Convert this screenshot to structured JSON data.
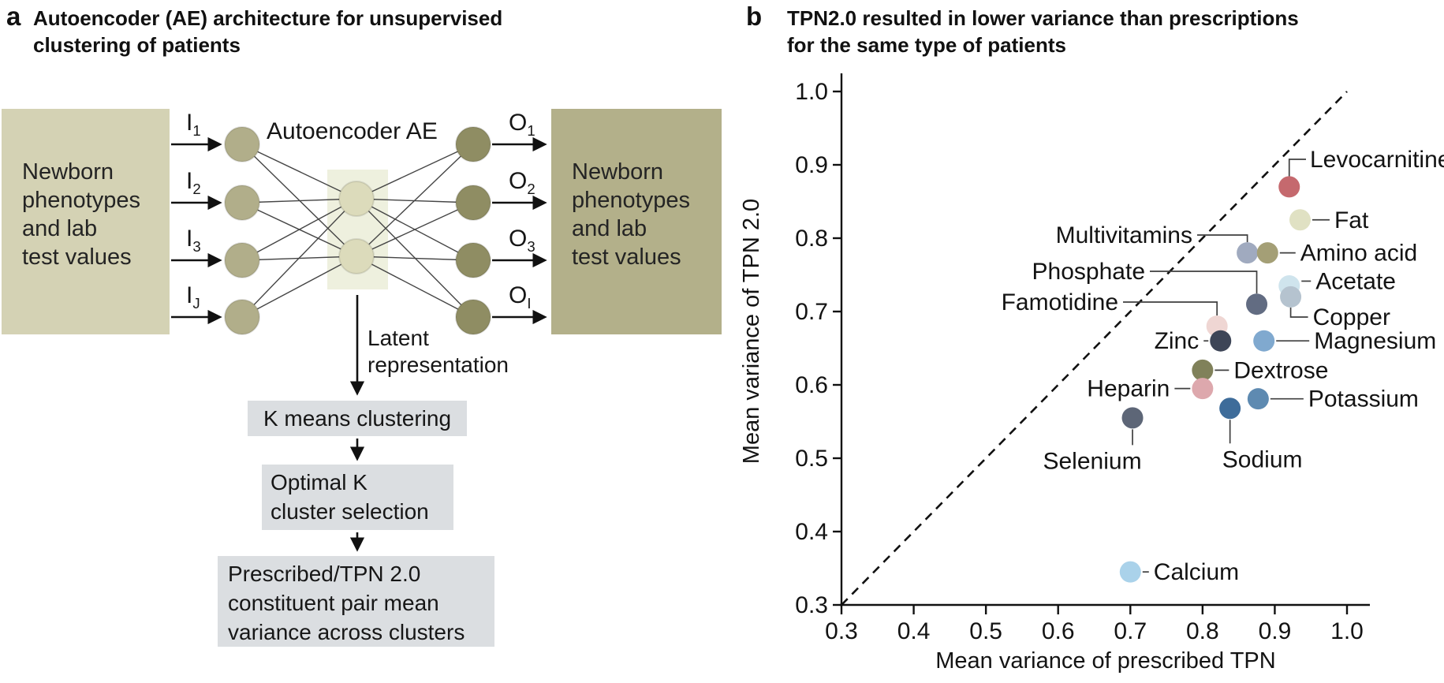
{
  "panel_a": {
    "letter": "a",
    "title": [
      "Autoencoder (AE) architecture for unsupervised",
      "clustering of patients"
    ],
    "left_box": [
      "Newborn",
      "phenotypes",
      "and lab",
      "test values"
    ],
    "right_box": [
      "Newborn",
      "phenotypes",
      "and lab",
      "test values"
    ],
    "ae_label": "Autoencoder AE",
    "inputs": [
      {
        "base": "I",
        "sub": "1"
      },
      {
        "base": "I",
        "sub": "2"
      },
      {
        "base": "I",
        "sub": "3"
      },
      {
        "base": "I",
        "sub": "J"
      }
    ],
    "outputs": [
      {
        "base": "O",
        "sub": "1"
      },
      {
        "base": "O",
        "sub": "2"
      },
      {
        "base": "O",
        "sub": "3"
      },
      {
        "base": "O",
        "sub": "I"
      }
    ],
    "latent_label": [
      "Latent",
      "representation"
    ],
    "flow_boxes": {
      "kmeans": [
        "K means clustering"
      ],
      "optimal": [
        "Optimal K",
        "cluster selection"
      ],
      "variance": [
        "Prescribed/TPN 2.0",
        "constituent pair mean",
        "variance across clusters"
      ]
    },
    "colors": {
      "left_box": "#d4d2b4",
      "right_box": "#b3b08a",
      "input_node": "#b1ae8a",
      "latent_node": "#dcdbbb",
      "output_node": "#8f8d63",
      "latent_rect": "#eef0de",
      "flow_box": "#dbdee1"
    }
  },
  "panel_b": {
    "letter": "b",
    "title": [
      "TPN2.0 resulted in lower variance than prescriptions",
      "for the same type of patients"
    ]
  },
  "chart_data": {
    "type": "scatter",
    "title": "TPN2.0 resulted in lower variance than prescriptions for the same type of patients",
    "xlabel": "Mean variance of prescribed TPN",
    "ylabel": "Mean variance of TPN 2.0",
    "xlim": [
      0.3,
      1.05
    ],
    "ylim": [
      0.3,
      1.02
    ],
    "xticks": [
      0.3,
      0.4,
      0.5,
      0.6,
      0.7,
      0.8,
      0.9,
      1.0
    ],
    "yticks": [
      0.3,
      0.4,
      0.5,
      0.6,
      0.7,
      0.8,
      0.9,
      1.0
    ],
    "grid": false,
    "legend": "none",
    "diagonal": {
      "from": [
        0.3,
        0.3
      ],
      "to": [
        1.0,
        1.0
      ],
      "style": "dashed",
      "color": "#111111"
    },
    "points": [
      {
        "name": "Levocarnitine",
        "x": 0.92,
        "y": 0.87,
        "color": "#c5696e",
        "label": {
          "mode": "elbow-top-right",
          "tx": 716,
          "ty": 202
        }
      },
      {
        "name": "Fat",
        "x": 0.935,
        "y": 0.825,
        "color": "#e0e1c3",
        "label": {
          "mode": "right",
          "len": 22
        }
      },
      {
        "name": "Multivitamins",
        "x": 0.862,
        "y": 0.78,
        "color": "#a0aabf",
        "label": {
          "mode": "callout-left",
          "hx": 578,
          "hy": 298
        }
      },
      {
        "name": "Amino acid",
        "x": 0.89,
        "y": 0.78,
        "color": "#a49f76",
        "label": {
          "mode": "right",
          "len": 20
        }
      },
      {
        "name": "Phosphate",
        "x": 0.875,
        "y": 0.71,
        "color": "#626c82",
        "label": {
          "mode": "callout-left",
          "hx": 518,
          "hy": 344
        }
      },
      {
        "name": "Acetate",
        "x": 0.92,
        "y": 0.735,
        "color": "#cfe4ed",
        "label": {
          "mode": "right",
          "len": 12,
          "oy": -6
        }
      },
      {
        "name": "Copper",
        "x": 0.922,
        "y": 0.72,
        "color": "#b5c3cf",
        "label": {
          "mode": "elbow-bottom-right",
          "ty": 402,
          "len": 22
        }
      },
      {
        "name": "Famotidine",
        "x": 0.82,
        "y": 0.68,
        "color": "#efd6d3",
        "label": {
          "mode": "callout-left",
          "hx": 484,
          "hy": 383
        }
      },
      {
        "name": "Zinc",
        "x": 0.825,
        "y": 0.66,
        "color": "#3d4557",
        "label": {
          "mode": "left",
          "len": 6
        }
      },
      {
        "name": "Magnesium",
        "x": 0.885,
        "y": 0.66,
        "color": "#80a9cf",
        "label": {
          "mode": "right",
          "len": 42
        }
      },
      {
        "name": "Dextrose",
        "x": 0.8,
        "y": 0.62,
        "color": "#80815a",
        "label": {
          "mode": "right",
          "len": 18
        }
      },
      {
        "name": "Heparin",
        "x": 0.8,
        "y": 0.595,
        "color": "#dda8ad",
        "label": {
          "mode": "left",
          "len": 20
        }
      },
      {
        "name": "Selenium",
        "x": 0.703,
        "y": 0.555,
        "color": "#5d6677",
        "label": {
          "mode": "below",
          "dy": 20,
          "tdx": -51
        }
      },
      {
        "name": "Sodium",
        "x": 0.838,
        "y": 0.568,
        "color": "#3e6c9a",
        "label": {
          "mode": "below",
          "dy": 30,
          "tdx": 41
        }
      },
      {
        "name": "Potassium",
        "x": 0.877,
        "y": 0.581,
        "color": "#5e8ab1",
        "label": {
          "mode": "right",
          "len": 42
        }
      },
      {
        "name": "Calcium",
        "x": 0.7,
        "y": 0.345,
        "color": "#aad2ea",
        "label": {
          "mode": "right",
          "len": 8
        }
      }
    ]
  }
}
